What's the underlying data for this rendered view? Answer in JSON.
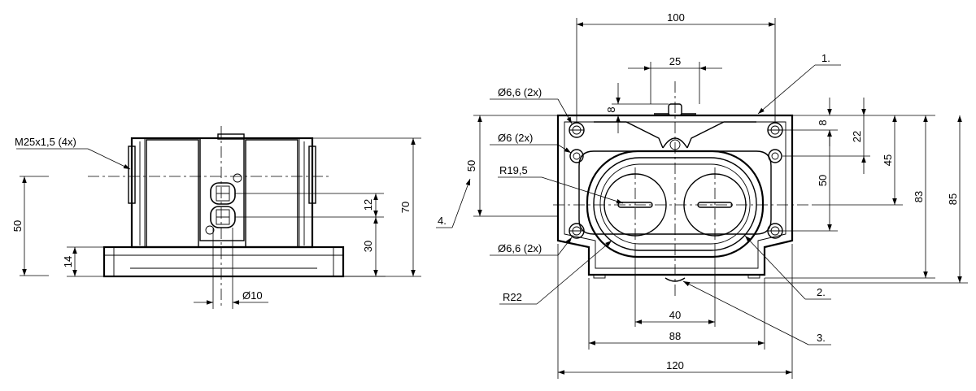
{
  "side_view": {
    "thread_label": "M25x1,5 (4x)",
    "dim_50": "50",
    "dim_14": "14",
    "dim_12": "12",
    "dim_30": "30",
    "dim_70": "70",
    "dim_phi10": "Ø10"
  },
  "front_view": {
    "dim_100": "100",
    "dim_25": "25",
    "dim_8_top": "8",
    "dim_8_right": "8",
    "dim_22": "22",
    "dim_45": "45",
    "dim_50_right": "50",
    "dim_83": "83",
    "dim_85": "85",
    "dim_50_left": "50",
    "hole_66_top": "Ø6,6 (2x)",
    "hole_6": "Ø6 (2x)",
    "hole_66_bottom": "Ø6,6 (2x)",
    "radius_195": "R19,5",
    "radius_22": "R22",
    "dim_40": "40",
    "dim_88": "88",
    "dim_120": "120",
    "callout_1": "1.",
    "callout_2": "2.",
    "callout_3": "3.",
    "callout_4": "4."
  }
}
